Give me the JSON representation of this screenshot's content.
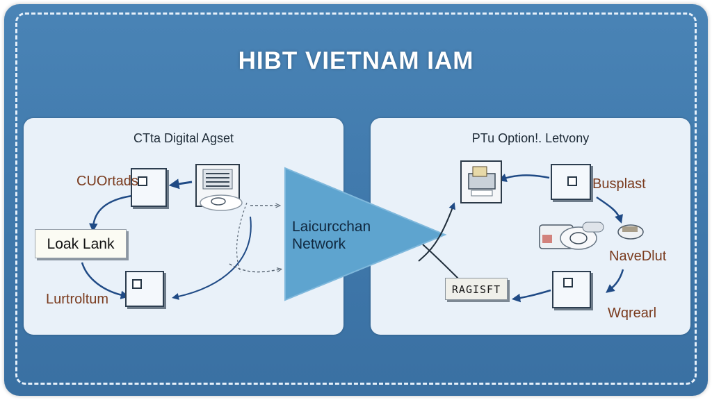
{
  "title": "HIBT VIETNAM IAM",
  "left_panel": {
    "title": "CTta Digital Agset",
    "labels": {
      "top": "CUOrtads",
      "bottom": "Lurtroltum"
    },
    "center_box": "Loak Lank"
  },
  "center": {
    "line1": "Laicurcchan",
    "line2": "Network"
  },
  "right_panel": {
    "title": "PTu Option!. Letvony",
    "labels": {
      "top": "Busplast",
      "middle": "NaveDlut",
      "bottom": "Wqrearl"
    },
    "box_label": "RAGISFT"
  },
  "colors": {
    "background": "#4a84b6",
    "panel": "#e9f1f9",
    "arrow": "#1f4a85",
    "label": "#7a3b1e",
    "triangle": "#5ea4cf"
  }
}
